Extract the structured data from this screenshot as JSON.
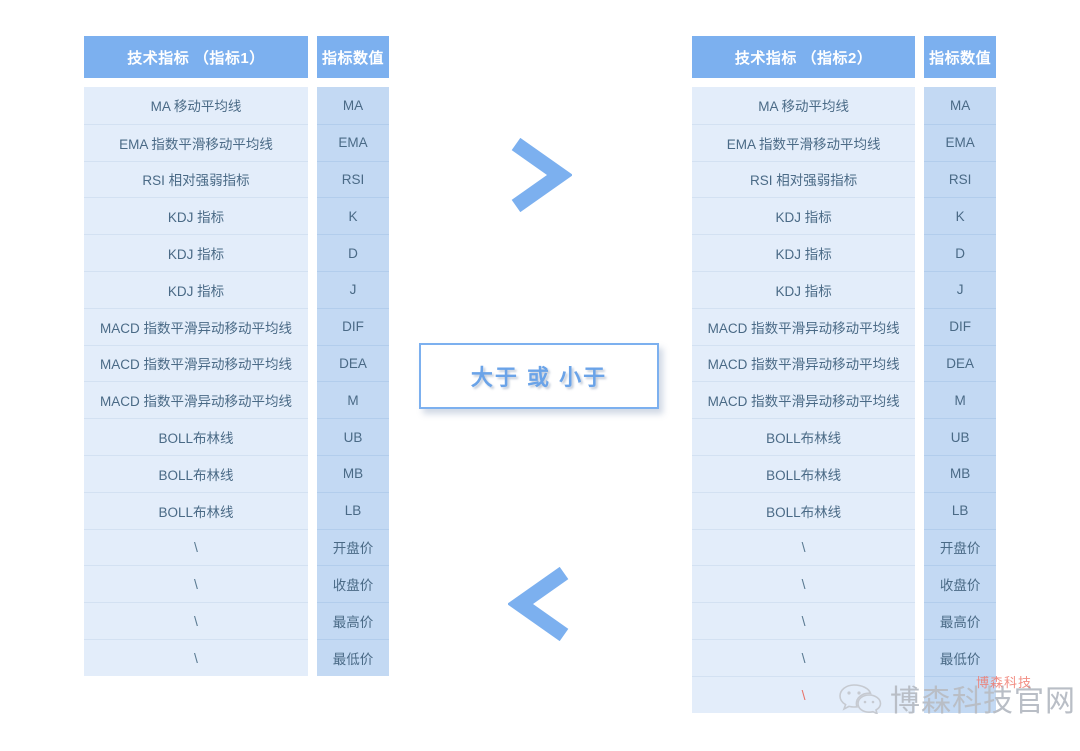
{
  "tables": [
    {
      "id": "left",
      "header": {
        "name": "技术指标 （指标1）",
        "value": "指标数值"
      },
      "rows": [
        {
          "name": "MA 移动平均线",
          "value": "MA"
        },
        {
          "name": "EMA 指数平滑移动平均线",
          "value": "EMA"
        },
        {
          "name": "RSI 相对强弱指标",
          "value": "RSI"
        },
        {
          "name": "KDJ 指标",
          "value": "K"
        },
        {
          "name": "KDJ 指标",
          "value": "D"
        },
        {
          "name": "KDJ 指标",
          "value": "J"
        },
        {
          "name": "MACD 指数平滑异动移动平均线",
          "value": "DIF"
        },
        {
          "name": "MACD 指数平滑异动移动平均线",
          "value": "DEA"
        },
        {
          "name": "MACD 指数平滑异动移动平均线",
          "value": "M"
        },
        {
          "name": "BOLL布林线",
          "value": "UB"
        },
        {
          "name": "BOLL布林线",
          "value": "MB"
        },
        {
          "name": "BOLL布林线",
          "value": "LB"
        },
        {
          "name": "\\",
          "value": "开盘价"
        },
        {
          "name": "\\",
          "value": "收盘价"
        },
        {
          "name": "\\",
          "value": "最高价"
        },
        {
          "name": "\\",
          "value": "最低价"
        }
      ]
    },
    {
      "id": "right",
      "header": {
        "name": "技术指标 （指标2）",
        "value": "指标数值"
      },
      "rows": [
        {
          "name": "MA 移动平均线",
          "value": "MA"
        },
        {
          "name": "EMA 指数平滑移动平均线",
          "value": "EMA"
        },
        {
          "name": "RSI 相对强弱指标",
          "value": "RSI"
        },
        {
          "name": "KDJ 指标",
          "value": "K"
        },
        {
          "name": "KDJ 指标",
          "value": "D"
        },
        {
          "name": "KDJ 指标",
          "value": "J"
        },
        {
          "name": "MACD 指数平滑异动移动平均线",
          "value": "DIF"
        },
        {
          "name": "MACD 指数平滑异动移动平均线",
          "value": "DEA"
        },
        {
          "name": "MACD 指数平滑异动移动平均线",
          "value": "M"
        },
        {
          "name": "BOLL布林线",
          "value": "UB"
        },
        {
          "name": "BOLL布林线",
          "value": "MB"
        },
        {
          "name": "BOLL布林线",
          "value": "LB"
        },
        {
          "name": "\\",
          "value": "开盘价"
        },
        {
          "name": "\\",
          "value": "收盘价"
        },
        {
          "name": "\\",
          "value": "最高价"
        },
        {
          "name": "\\",
          "value": "最低价"
        },
        {
          "name": "\\",
          "value": ""
        }
      ]
    }
  ],
  "center": {
    "greater_than_icon": "chevron-right-icon",
    "less_than_icon": "chevron-left-icon",
    "box_label": "大于 或 小于"
  },
  "watermark": {
    "icon": "wechat-icon",
    "text": "博森科技官网",
    "overlay_text": "博森科技"
  },
  "colors": {
    "header_blue": "#7cb0ef",
    "name_cell_bg": "#e3edfa",
    "value_cell_bg": "#c3d9f3",
    "cell_text": "#4a6a86",
    "accent": "#6aa3e8",
    "red_slash": "#e8756b"
  }
}
